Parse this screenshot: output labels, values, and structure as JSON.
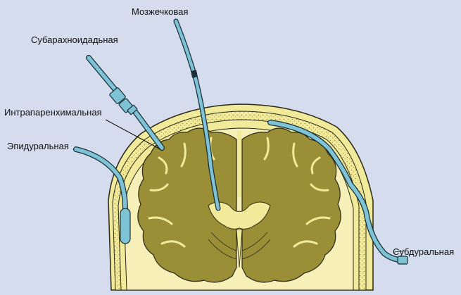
{
  "labels": {
    "cerebellar": "Мозжечковая",
    "subarachnoid": "Субарахноидадьная",
    "intraparenchymal": "Интрапаренхимальная",
    "epidural": "Эпидуральная",
    "subdural": "Субдуральная"
  },
  "colors": {
    "background": "#d5dced",
    "bone": "#f1ea9a",
    "bone_spots": "#9a8f3a",
    "brain": "#9a8f36",
    "brain_outline": "#2a2816",
    "ventricle": "#f1ea9a",
    "catheter": "#7ec3d5",
    "catheter_outline": "#1a2e38"
  }
}
